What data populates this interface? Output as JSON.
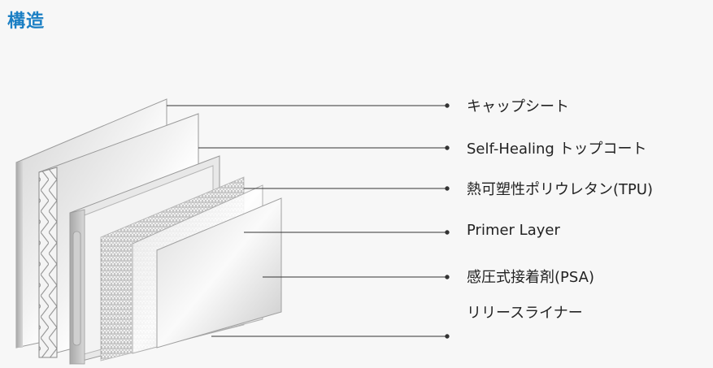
{
  "title": "構造",
  "layers": [
    "キャップシート",
    "Self-Healing トップコート",
    "熱可塑性ポリウレタン(TPU)",
    "Primer Layer",
    "感圧式接着剤(PSA)",
    "リリースライナー"
  ],
  "colors": {
    "title": "#1b7fc4",
    "background": "#f7f7f7",
    "line": "#333333"
  }
}
